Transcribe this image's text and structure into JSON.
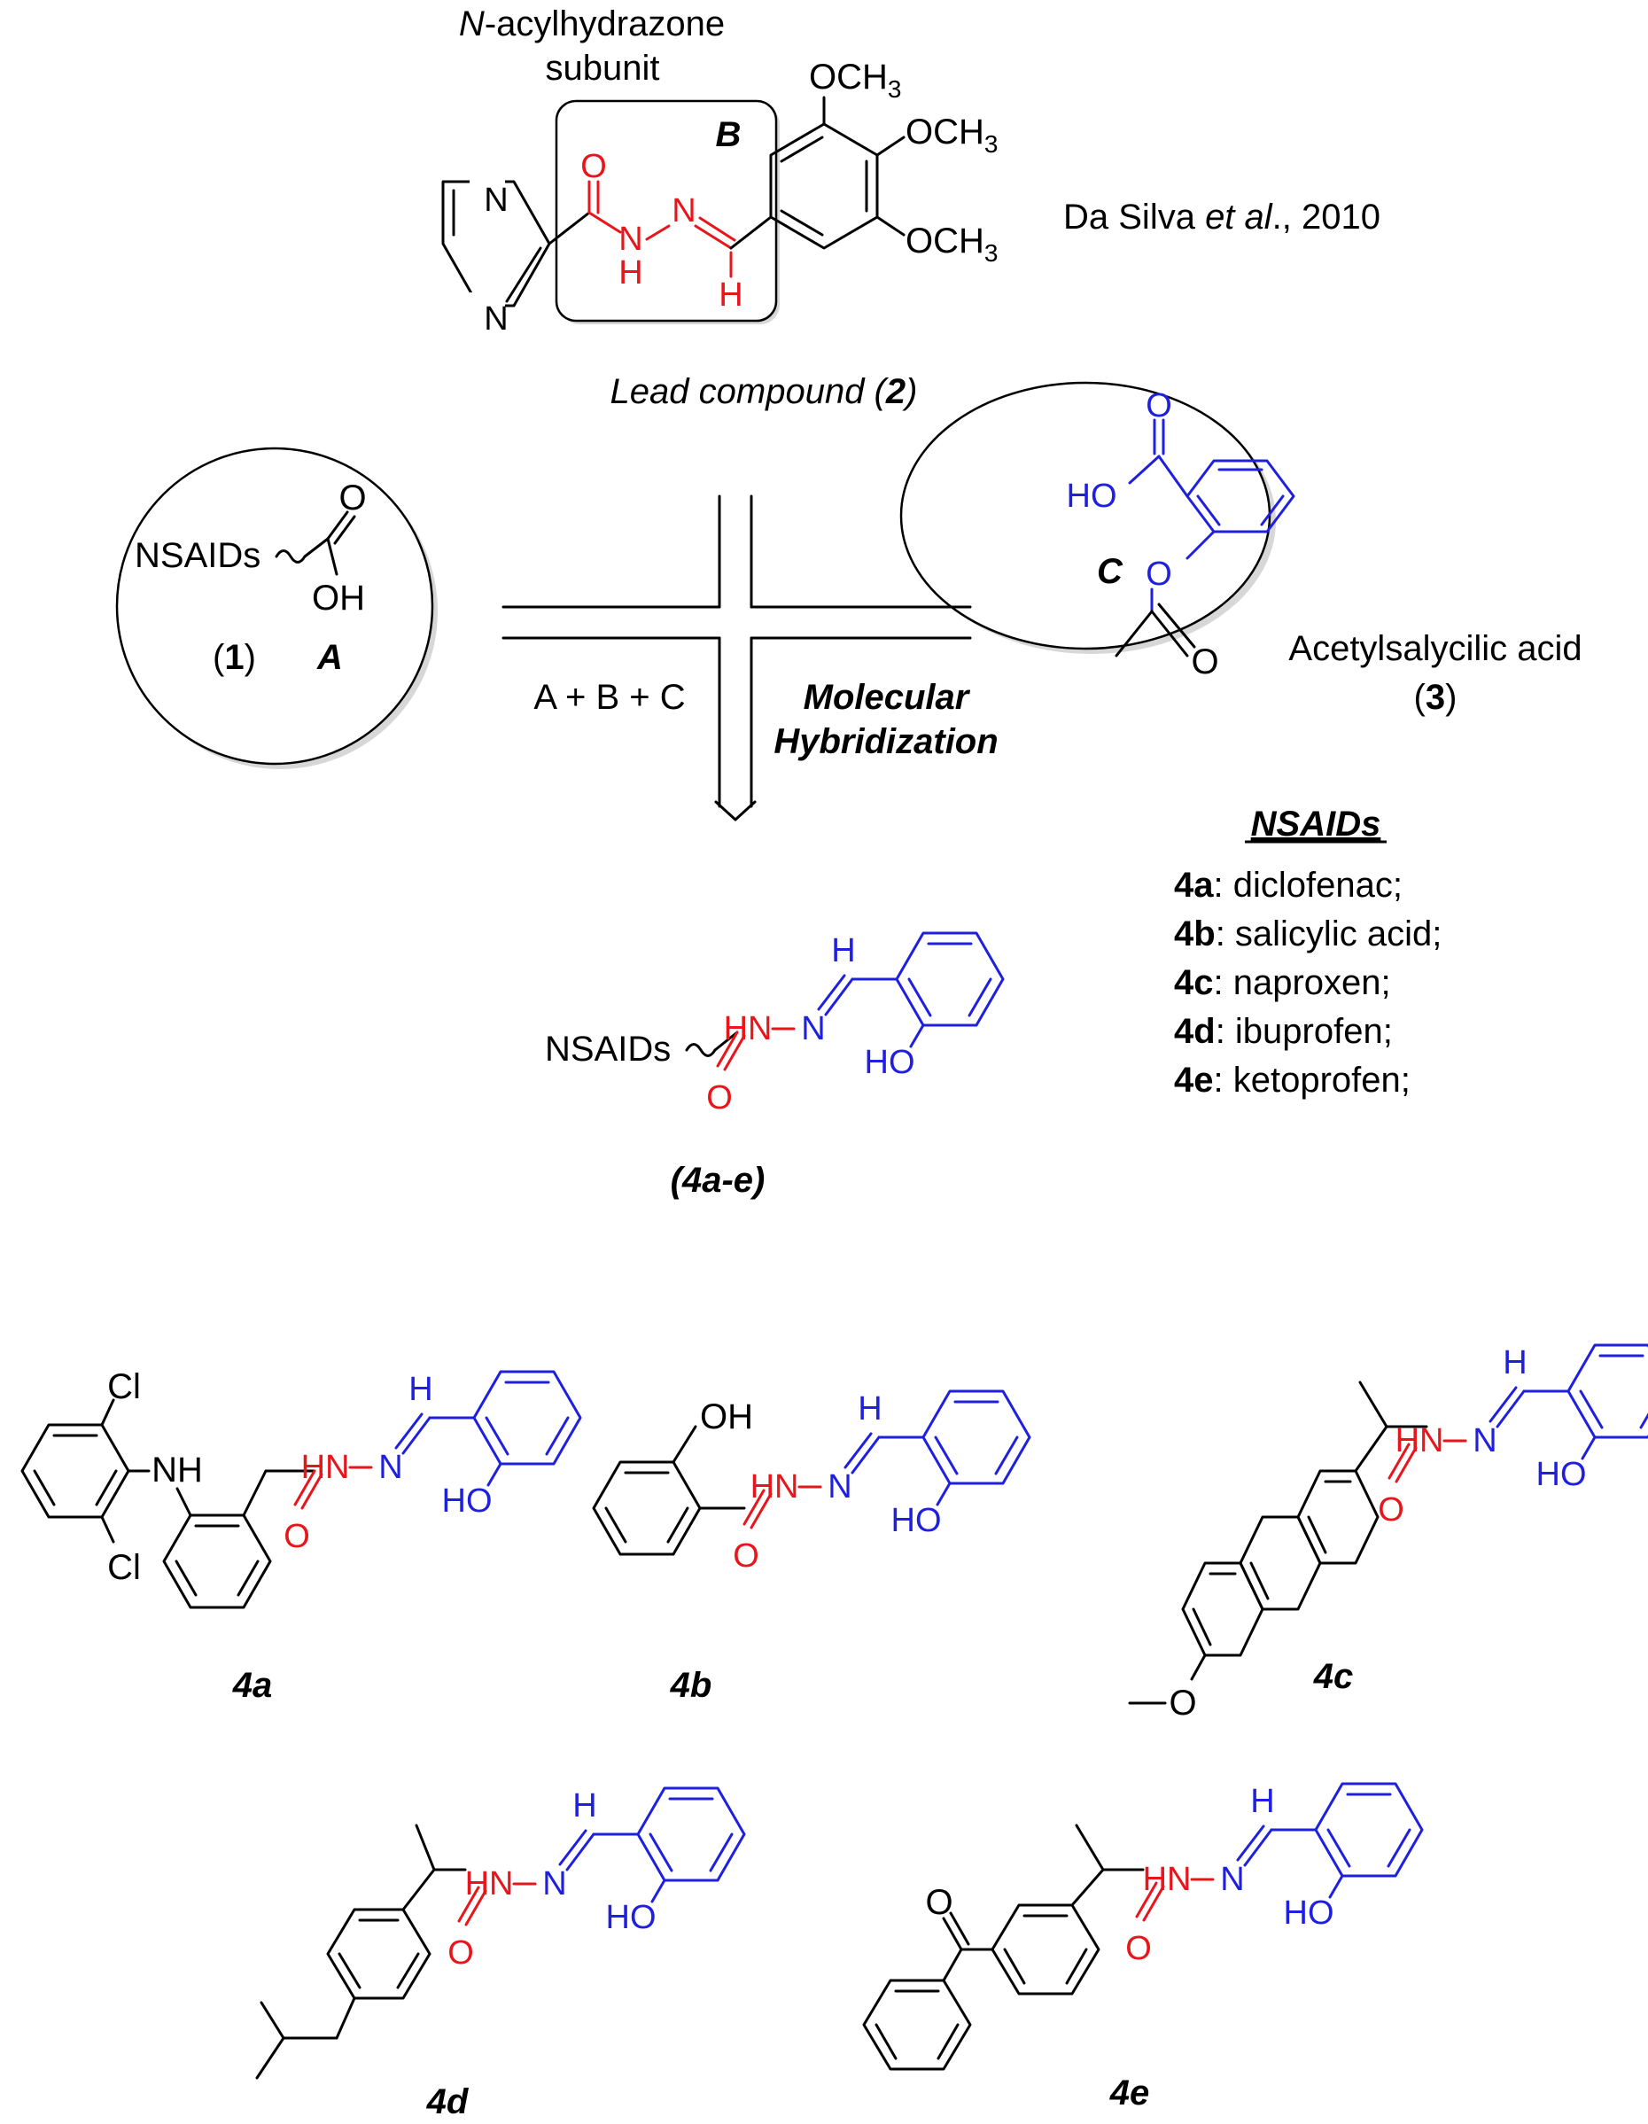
{
  "colors": {
    "linker": "#e8151b",
    "salicylaldehyde": "#1f1fe0",
    "base": "#000000"
  },
  "lead": {
    "box_label_line1": "N-acylhydrazone",
    "box_label_line2": "subunit",
    "fragment_b": "B",
    "reference_author": "Da Silva ",
    "reference_etal": "et al",
    "reference_year": "., 2010",
    "caption_word1": "Lead compound (",
    "caption_number": "2",
    "caption_close": ")",
    "substituent": "OCH",
    "substituent_sub": "3",
    "ring_n": "N"
  },
  "compound1": {
    "group": "NSAIDs",
    "carbonyl_o": "O",
    "hydroxyl": "OH",
    "open": "(",
    "number": "1",
    "close": ")",
    "fragment": "A"
  },
  "compound3": {
    "hydroxyl": "HO",
    "oxygen": "O",
    "fragment": "C",
    "name": "Acetylsalycilic acid",
    "number_open": "(",
    "number": "3",
    "number_close": ")"
  },
  "hybridization": {
    "sum": "A + B + C",
    "line1": "Molecular",
    "line2": "Hybridization"
  },
  "general_structure": {
    "group": "NSAIDs",
    "h": "H",
    "hn": "HN",
    "n": "N",
    "o": "O",
    "oh": "HO",
    "label": "(4a-e)"
  },
  "nsaids_list": {
    "heading": "NSAIDs",
    "items": [
      {
        "code": "4a",
        "name": ": diclofenac;"
      },
      {
        "code": "4b",
        "name": ": salicylic acid;"
      },
      {
        "code": "4c",
        "name": ": naproxen;"
      },
      {
        "code": "4d",
        "name": ": ibuprofen;"
      },
      {
        "code": "4e",
        "name": ": ketoprofen;"
      }
    ]
  },
  "compounds": {
    "c4a": {
      "label": "4a",
      "cl": "Cl",
      "nh": "NH"
    },
    "c4b": {
      "label": "4b",
      "oh": "OH"
    },
    "c4c": {
      "label": "4c",
      "ome": "O"
    },
    "c4d": {
      "label": "4d"
    },
    "c4e": {
      "label": "4e",
      "o": "O"
    }
  }
}
